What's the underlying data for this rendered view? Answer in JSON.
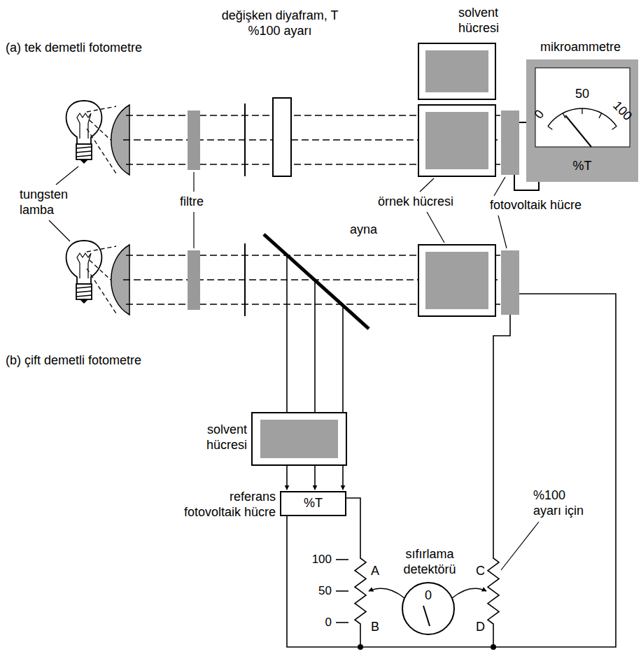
{
  "diagram": {
    "nodes": [
      {
        "text": [
          "mikroammetre",
          "0",
          "50",
          "100",
          "%T"
        ]
      },
      {
        "text": [
          "referans fotovoltaik hücre",
          "%T"
        ]
      },
      {
        "text": [
          "sıfırlama detektörü",
          "0"
        ]
      }
    ],
    "labels": [
      "(a) tek demetli fotometre",
      "değişken diyafram, T %100 ayarı",
      "solvent hücresi",
      "tungsten lamba",
      "filtre",
      "örnek hücresi",
      "fotovoltaik hücre",
      "ayna",
      "(b) çift demetli fotometre",
      "solvent hücresi",
      "%100 ayarı için",
      "100",
      "50",
      "0",
      "A",
      "B",
      "C",
      "D"
    ]
  }
}
